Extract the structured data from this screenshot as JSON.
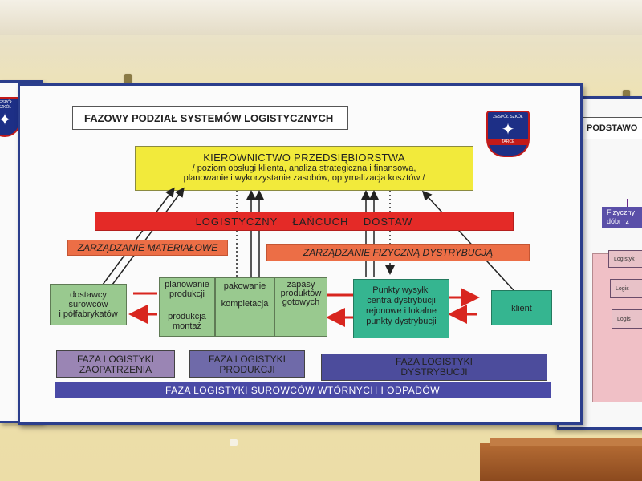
{
  "board_title": "FAZOWY PODZIAŁ SYSTEMÓW LOGISTYCZNYCH",
  "emblem": {
    "top": "ZESPÓŁ SZKÓŁ",
    "bottom": "TARCE"
  },
  "left_emblem": {
    "top": "ZESPÓŁ SZKÓŁ"
  },
  "management": {
    "heading": "KIEROWNICTWO PRZEDSIĘBIORSTWA",
    "line1": "/ poziom obsługi klienta, analiza strategiczna i finansowa,",
    "line2": "planowanie i wykorzystanie zasobów, optymalizacja kosztów /"
  },
  "supply_chain": "LOGISTYCZNY    ŁAŃCUCH    DOSTAW",
  "materials_mgmt": "ZARZĄDZANIE MATERIAŁOWE",
  "physical_distribution": "ZARZĄDZANIE FIZYCZNĄ DYSTRYBUCJĄ",
  "suppliers": {
    "line1": "dostawcy",
    "line2": "surowców",
    "line3": "i półfabrykatów"
  },
  "production": {
    "planning1": "planowanie",
    "planning2": "produkcji",
    "production1": "produkcja",
    "production2": "montaż"
  },
  "packing": {
    "line1": "pakowanie",
    "line2": "kompletacja"
  },
  "stock": {
    "line1": "zapasy",
    "line2": "produktów",
    "line3": "gotowych"
  },
  "points": {
    "line1": "Punkty wysyłki",
    "line2": "centra dystrybucji",
    "line3": "rejonowe i lokalne",
    "line4": "punkty dystrybucji"
  },
  "client": "klient",
  "phases": {
    "supply": {
      "line1": "FAZA LOGISTYKI",
      "line2": "ZAOPATRZENIA"
    },
    "production": {
      "line1": "FAZA LOGISTYKI",
      "line2": "PRODUKCJI"
    },
    "distribution": {
      "line1": "FAZA LOGISTYKI",
      "line2": "DYSTRYBUCJI"
    }
  },
  "recycling": "FAZA LOGISTYKI SUROWCÓW WTÓRNYCH I ODPADÓW",
  "right_board": {
    "title": "PODSTAWO",
    "box1_line1": "Fizyczny",
    "box1_line2": "dóbr rz",
    "items": [
      "Logistyk",
      "Logis",
      "Logis"
    ]
  },
  "colors": {
    "frame": "#2b3e8c",
    "management": "#f2ea3b",
    "supply_chain": "#e42a27",
    "management_bars": "#ec6e46",
    "green_boxes": "#99c98f",
    "distribution_boxes": "#35b590",
    "supply_phase": "#9a85b4",
    "production_phase": "#6f6aa9",
    "distribution_phase": "#4c4c9c",
    "recycling": "#4a4aa6"
  }
}
